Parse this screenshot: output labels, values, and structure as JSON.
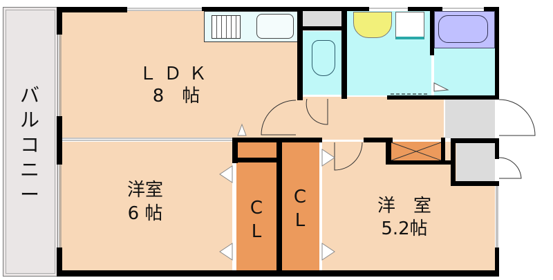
{
  "plan": {
    "colors": {
      "room": "#f8d8b8",
      "closet": "#ec9a5c",
      "wet_area": "#bff8f8",
      "storage": "#dcdcdc",
      "balcony": "#eae6e6",
      "bathtub": "#c0c0ff",
      "vanity": "#f2f07a",
      "wall": "#000000"
    },
    "balcony": {
      "label_chars": [
        "バ",
        "ル",
        "コ",
        "ニ",
        "ー"
      ]
    },
    "rooms": {
      "ldk": {
        "name": "ＬＤＫ",
        "size": "8　帖"
      },
      "western1": {
        "name": "洋室",
        "size": "6 帖"
      },
      "western2": {
        "name": "洋　室",
        "size": "5.2帖"
      },
      "closet1": {
        "line1": "C",
        "line2": "L"
      },
      "closet2": {
        "line1": "C",
        "line2": "L"
      }
    }
  }
}
